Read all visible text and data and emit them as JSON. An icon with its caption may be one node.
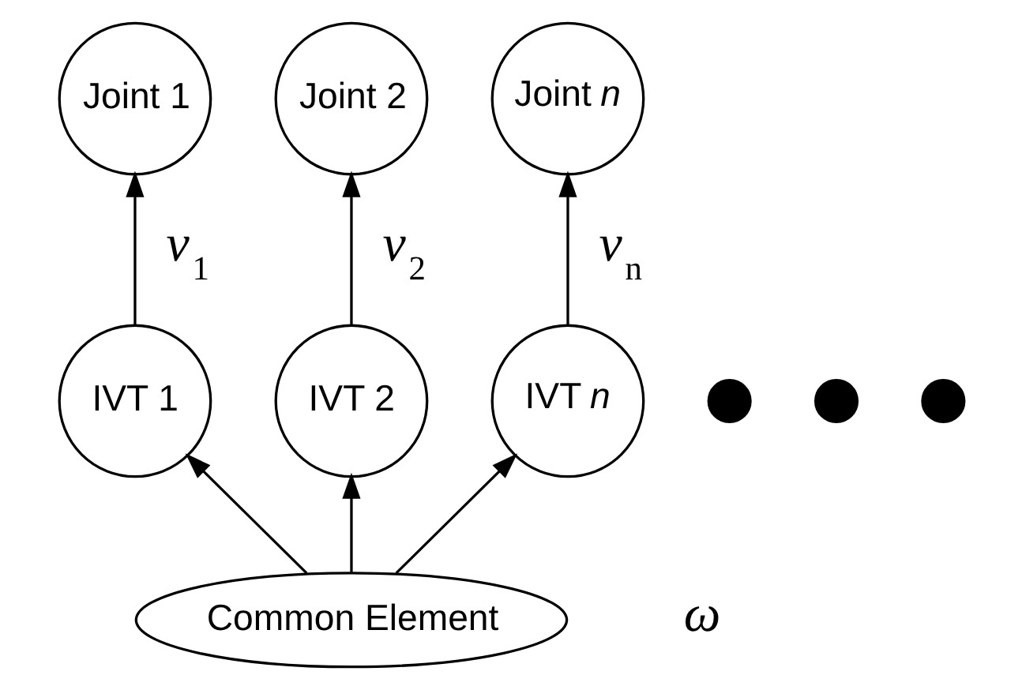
{
  "diagram": {
    "nodes": [
      {
        "text": [
          "Joint 1"
        ]
      },
      {
        "text": [
          "Joint 2"
        ]
      },
      {
        "text": [
          "Joint *n*"
        ]
      },
      {
        "text": [
          "IVT 1"
        ]
      },
      {
        "text": [
          "IVT 2"
        ]
      },
      {
        "text": [],
        "shape": "circle"
      },
      {
        "text": [],
        "shape": "circle"
      },
      {
        "text": [],
        "shape": "circle"
      },
      {
        "text": [
          "IVT *n*"
        ]
      },
      {
        "text": [
          "Common Element"
        ]
      }
    ],
    "edges": [
      {
        "from": 3,
        "to": 0,
        "arrow": "to",
        "label": "*v*$_{1}$"
      },
      {
        "from": 4,
        "to": 1,
        "arrow": "to",
        "label": "*v*$_{2}$"
      },
      {
        "from": 8,
        "to": 2,
        "arrow": "to",
        "label": "*v*$_{n}$"
      },
      {
        "from": 9,
        "to": 3,
        "arrow": "to"
      },
      {
        "from": 9,
        "to": 4,
        "arrow": "to"
      },
      {
        "from": 9,
        "to": 8,
        "arrow": "to"
      }
    ],
    "labels": [
      "*ω*"
    ]
  }
}
